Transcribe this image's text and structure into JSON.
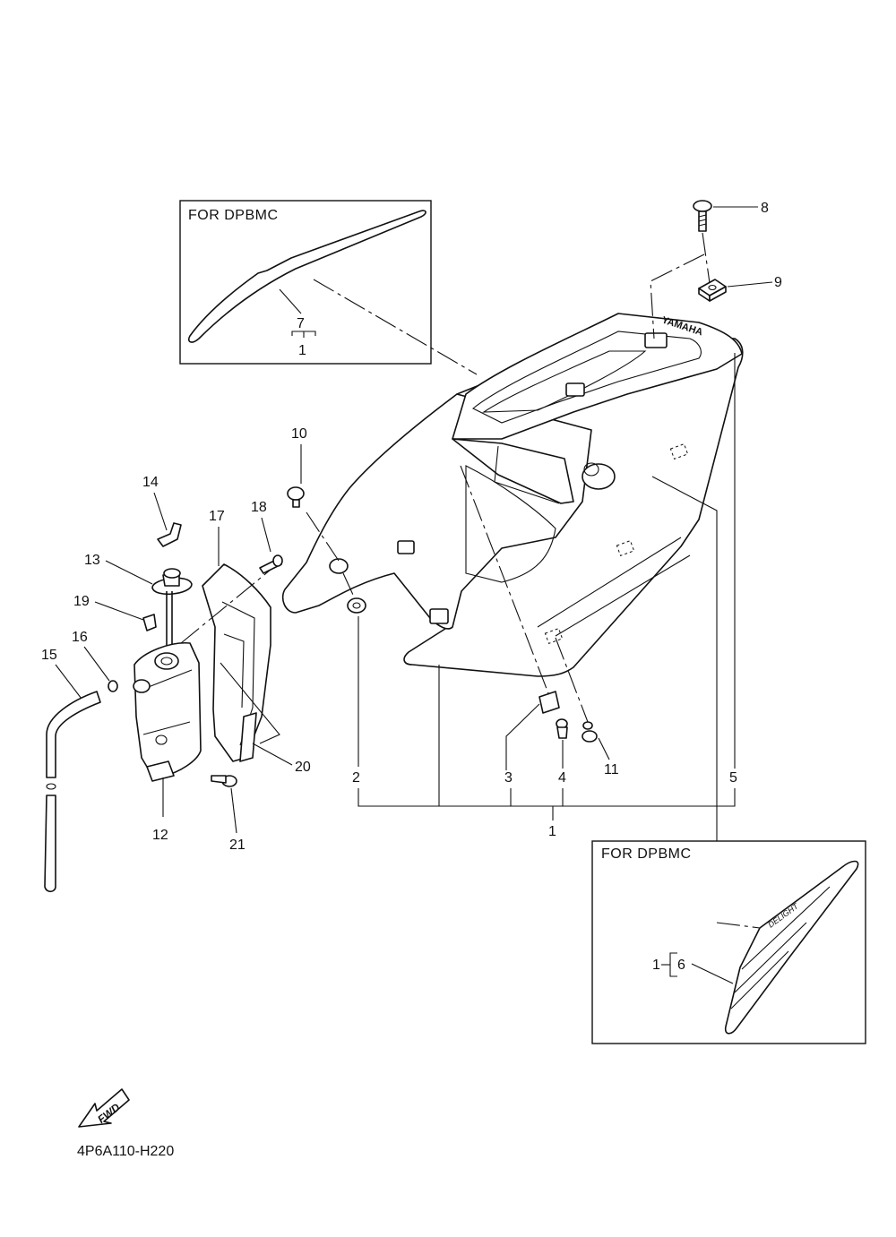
{
  "inset_top": {
    "title": "FOR DPBMC",
    "sub_label": "7",
    "parent_label": "1"
  },
  "inset_bottom": {
    "title": "FOR DPBMC",
    "parent_label": "1",
    "sub_label": "6",
    "decal_text": "DELIGHT"
  },
  "seat_emblem": "YAMAHA",
  "fwd_text": "FWD",
  "drawing_code": "4P6A110-H220",
  "callouts": {
    "c1": "1",
    "c2": "2",
    "c3": "3",
    "c4": "4",
    "c5": "5",
    "c8": "8",
    "c9": "9",
    "c10": "10",
    "c11": "11",
    "c12": "12",
    "c13": "13",
    "c14": "14",
    "c15": "15",
    "c16": "16",
    "c17": "17",
    "c18": "18",
    "c19": "19",
    "c20": "20",
    "c21": "21"
  }
}
